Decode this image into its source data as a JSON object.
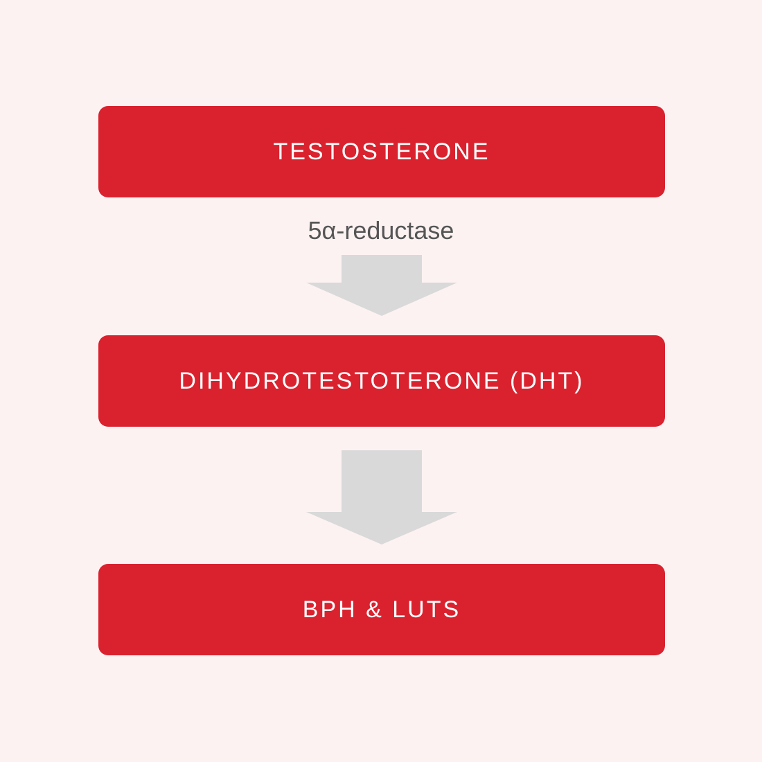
{
  "colors": {
    "background": "#fdf2f2",
    "box_fill": "#da222f",
    "box_text": "#ffffff",
    "arrow_fill": "#d9d9d9",
    "label_text": "#555555"
  },
  "flow": {
    "steps": [
      {
        "label": "TESTOSTERONE"
      },
      {
        "label": "DIHYDROTESTOTERONE (DHT)"
      },
      {
        "label": "BPH & LUTS"
      }
    ],
    "transitions": [
      {
        "label": "5α-reductase",
        "icon": "down-arrow-icon"
      },
      {
        "label": "",
        "icon": "down-arrow-icon"
      }
    ]
  }
}
